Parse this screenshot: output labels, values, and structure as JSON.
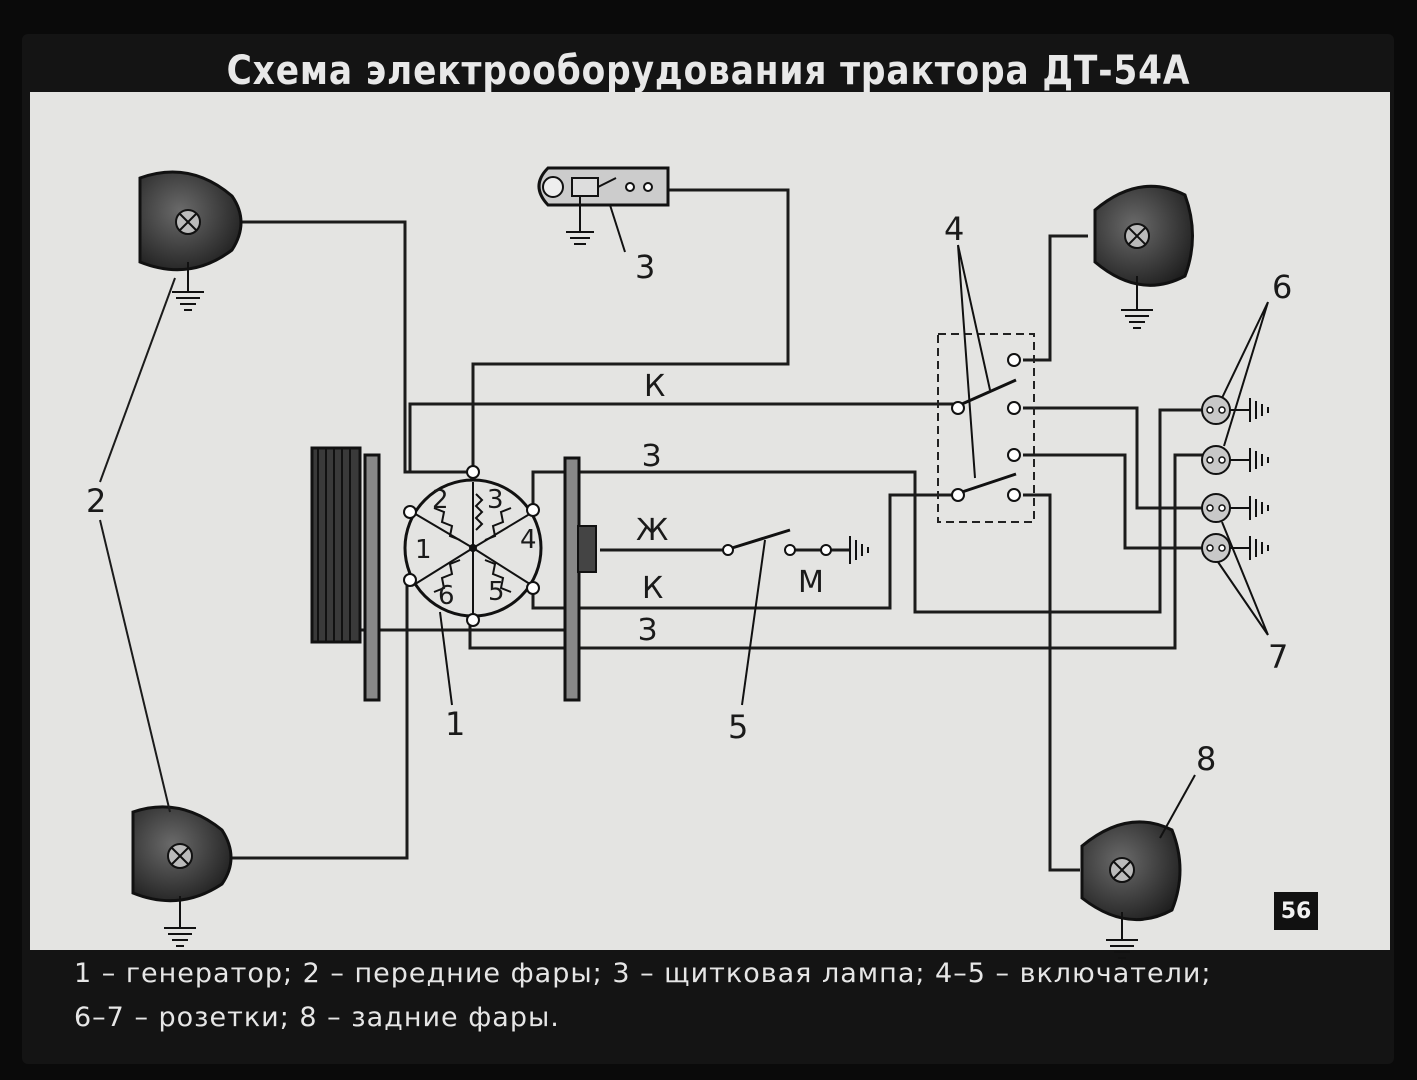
{
  "title": "Схема электрооборудования трактора ДТ-54А",
  "plate_number": "56",
  "caption": {
    "line1": "1 – генератор; 2 – передние фары; 3 – щитковая лампа; 4–5 – включатели;",
    "line2": "6–7 – розетки; 8 – задние фары."
  },
  "callouts": {
    "generator": "1",
    "front_lamps": "2",
    "panel_lamp": "3",
    "switches_4": "4",
    "switch_5": "5",
    "sockets_6": "6",
    "sockets_7": "7",
    "rear_lamps": "8"
  },
  "terminals": {
    "t1": "1",
    "t2": "2",
    "t3": "3",
    "t4": "4",
    "t5": "5",
    "t6": "6"
  },
  "wire_labels": {
    "k_top": "К",
    "z_top": "З",
    "zh": "Ж",
    "k_bottom": "К",
    "z_bottom": "З",
    "m": "М"
  }
}
